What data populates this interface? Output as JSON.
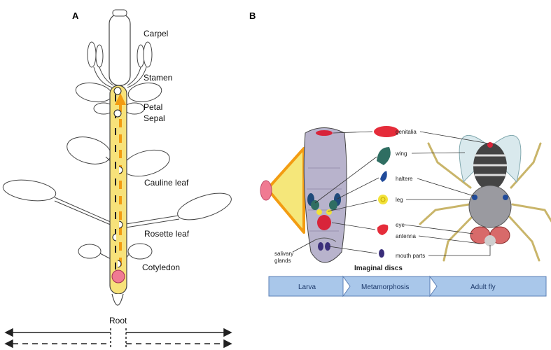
{
  "panel_a": {
    "letter": "A",
    "labels": {
      "carpel": "Carpel",
      "stamen": "Stamen",
      "petal": "Petal",
      "sepal": "Sepal",
      "cauline_leaf": "Cauline leaf",
      "rosette_leaf": "Rosette leaf",
      "cotyledon": "Cotyledon",
      "root": "Root"
    },
    "colors": {
      "stem": "#f7e27a",
      "arrow": "#f39c12",
      "seed": "#f07a92"
    }
  },
  "panel_b": {
    "letter": "B",
    "discs": {
      "genitalia": "genitalia",
      "wing": "wing",
      "haltere": "haltere",
      "leg": "leg",
      "eye": "eye",
      "antenna": "antenna",
      "mouth_parts": "mouth parts"
    },
    "salivary_line1": "salivary",
    "salivary_line2": "glands",
    "imaginal_discs": "Imaginal discs",
    "stages": {
      "larva": "Larva",
      "metamorphosis": "Metamorphosis",
      "adult": "Adult fly"
    },
    "colors": {
      "bar": "#a9c7ea",
      "larva_body": "#b8b3cc",
      "cone": "#f5e77a"
    }
  }
}
